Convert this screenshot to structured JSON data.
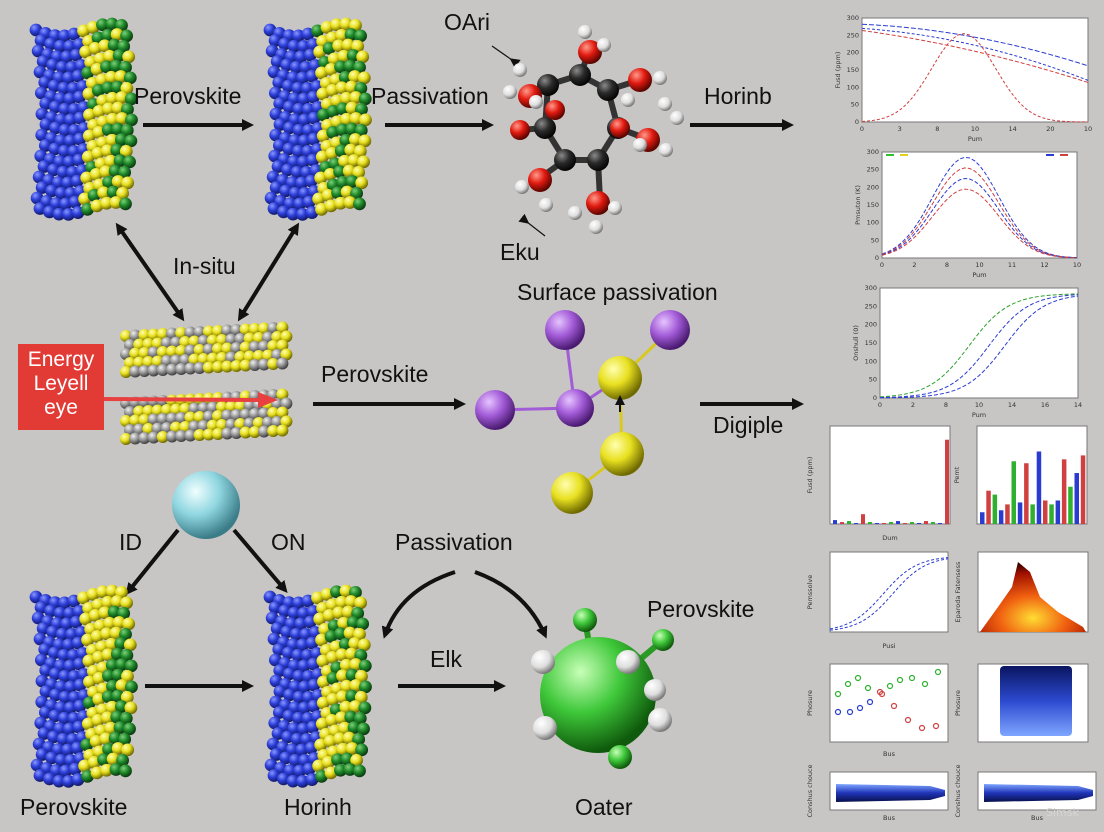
{
  "labels": {
    "perovskite_1": "Perovskite",
    "passivation_1": "Passivation",
    "horinb": "Horinb",
    "oari": "OAri",
    "eku": "Eku",
    "in_situ": "In-situ",
    "surface_passivation": "Surface passivation",
    "perovskite_2": "Perovskite",
    "digiple": "Digiple",
    "id": "ID",
    "on": "ON",
    "passivation_2": "Passivation",
    "perovskite_3": "Perovskite",
    "elk": "Elk",
    "perovskite_bottom": "Perovskite",
    "horinh": "Horinh",
    "oater": "Oater"
  },
  "energy_box": {
    "line1": "Energy",
    "line2": "Leyell",
    "line3": "eye"
  },
  "colors": {
    "background": "#c8c6c4",
    "blue_atom": "#2c3ed8",
    "yellow_atom": "#e8e020",
    "green_atom": "#1f8a2a",
    "red_box": "#e23a35",
    "purple_atom": "#a35cd8",
    "cyan_sphere": "#8fd6e0",
    "green_sphere": "#3fc83a"
  },
  "charts": {
    "chart1": {
      "ylabel": "Fusd (ppm)",
      "xlabel": "Pum",
      "xticks": [
        "0",
        "3",
        "8",
        "10",
        "14",
        "20",
        "10"
      ],
      "yticks": [
        "0",
        "50",
        "100",
        "150",
        "200",
        "250",
        "300"
      ]
    },
    "chart2": {
      "ylabel": "Pmsuton (K)",
      "xlabel": "Pum",
      "xticks": [
        "0",
        "2",
        "8",
        "10",
        "11",
        "12",
        "10"
      ],
      "yticks": [
        "0",
        "50",
        "100",
        "150",
        "200",
        "250",
        "300"
      ]
    },
    "chart3": {
      "ylabel": "Onshull (0)",
      "xlabel": "Pum",
      "xticks": [
        "0",
        "2",
        "8",
        "10",
        "14",
        "16",
        "14"
      ],
      "yticks": [
        "0",
        "50",
        "100",
        "150",
        "200",
        "250",
        "300"
      ]
    },
    "bar1": {
      "ylabel": "Fusd (ppm)",
      "xlabel": "Dum"
    },
    "bar2": {
      "ylabel": "Pemt"
    },
    "curve4": {
      "ylabel": "Pemssolve",
      "xlabel": "Pusi"
    },
    "heat1": {
      "ylabel": "Eparoda Fatensess"
    },
    "scatter1": {
      "ylabel": "Phosure",
      "xlabel": "Bus"
    },
    "block1": {
      "ylabel": "Phosure"
    },
    "strip1": {
      "ylabel": "Conshus chouce",
      "xlabel": "Bus"
    },
    "strip2": {
      "ylabel": "Conshus chouce",
      "xlabel": "Bus"
    }
  },
  "watermark": "Simsk"
}
